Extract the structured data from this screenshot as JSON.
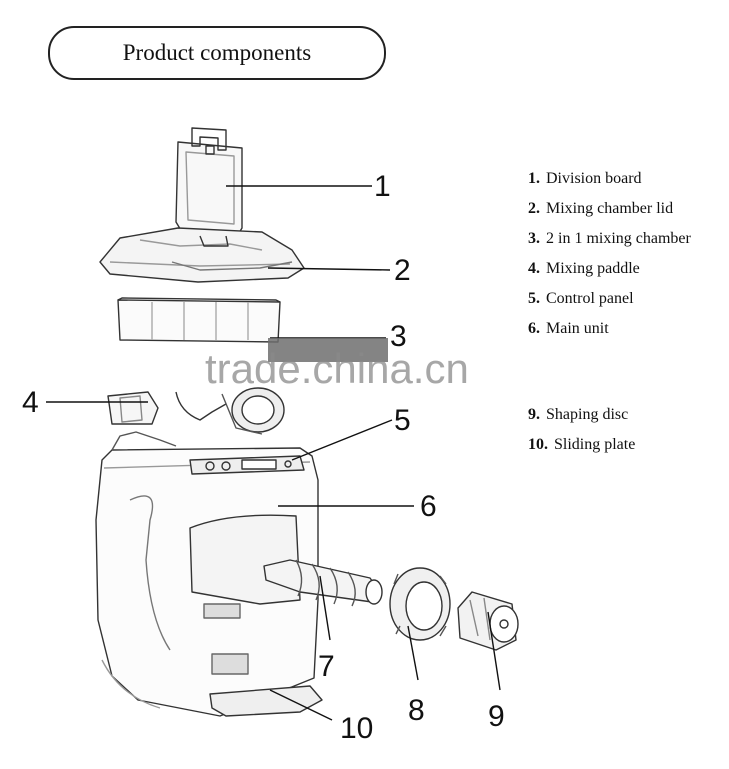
{
  "title": "Product components",
  "watermark": "trade.china.cn",
  "callouts": [
    "1",
    "2",
    "3",
    "4",
    "5",
    "6",
    "7",
    "8",
    "9",
    "10"
  ],
  "legend": [
    {
      "num": "1.",
      "label": "Division board"
    },
    {
      "num": "2.",
      "label": "Mixing chamber lid"
    },
    {
      "num": "3.",
      "label": "2 in 1 mixing chamber"
    },
    {
      "num": "4.",
      "label": "Mixing paddle"
    },
    {
      "num": "5.",
      "label": "Control panel"
    },
    {
      "num": "6.",
      "label": "Main unit"
    },
    {
      "num": "9.",
      "label": "Shaping disc"
    },
    {
      "num": "10.",
      "label": "Sliding plate"
    }
  ]
}
